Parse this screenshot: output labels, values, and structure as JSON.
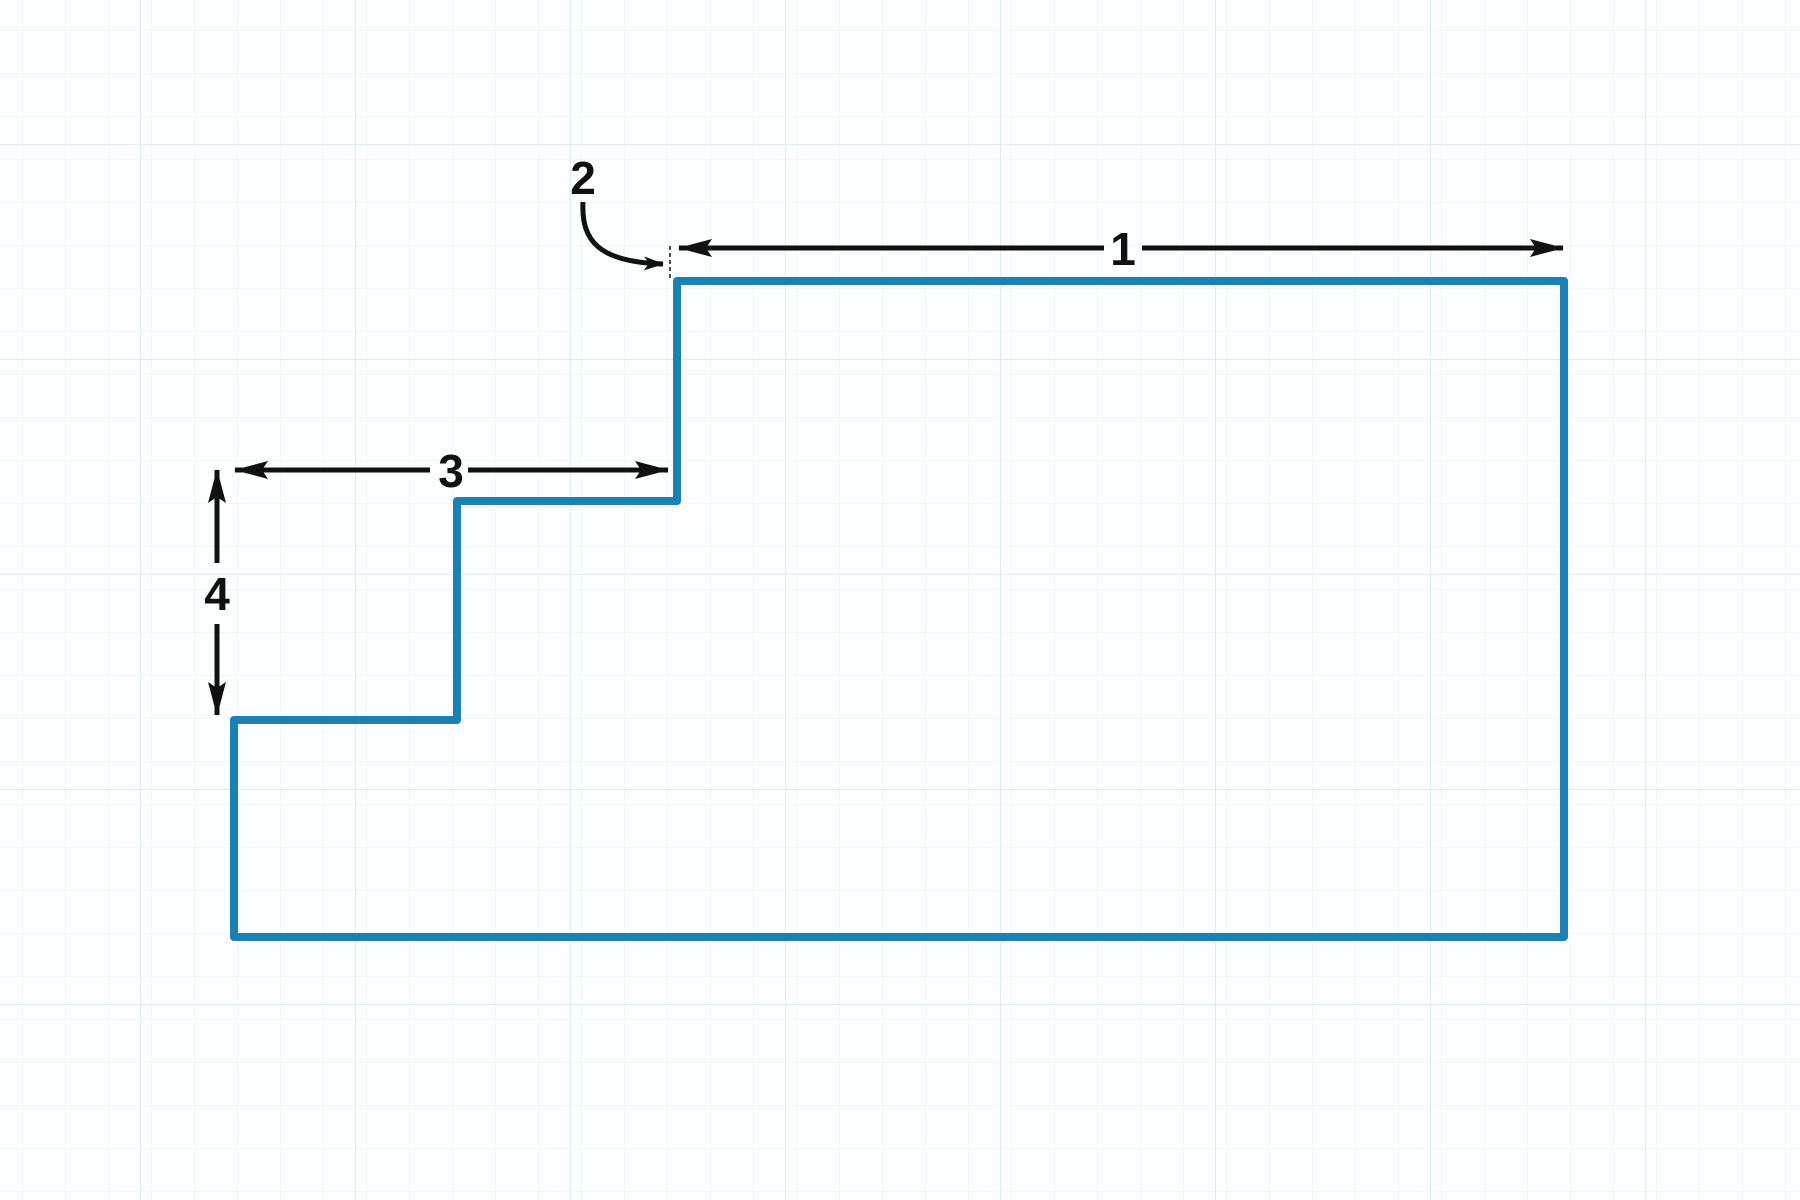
{
  "diagram": {
    "dimension_labels": {
      "top_width": "1",
      "top_gap": "2",
      "step_width": "3",
      "step_height": "4"
    }
  },
  "colors": {
    "outline": "#1b80b3",
    "dimension": "#111111",
    "grid_major": "#d4e6ef",
    "grid_minor": "#eaf3f8",
    "background": "#fbfdfe"
  }
}
